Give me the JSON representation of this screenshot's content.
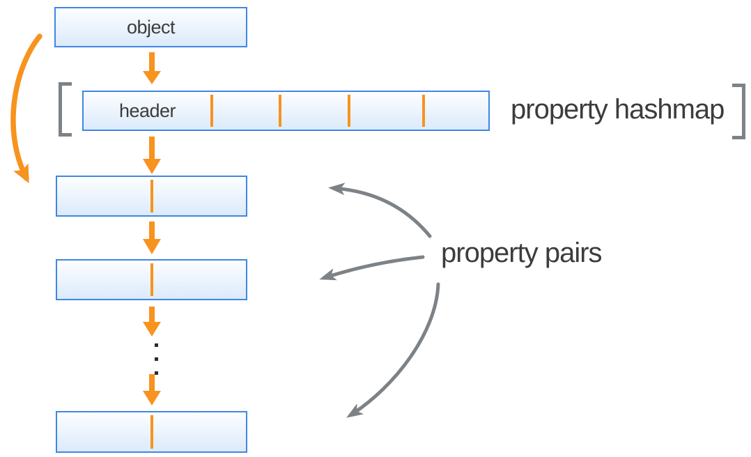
{
  "diagram": {
    "object_box": {
      "label": "object"
    },
    "hashmap_box": {
      "label": "header",
      "annotation": "property hashmap",
      "cell_count": 5,
      "divider_count": 4
    },
    "pairs": {
      "annotation": "property pairs",
      "box_count": 3,
      "ellipsis_dots": 3
    }
  },
  "colors": {
    "accent_orange": "#f7931e",
    "box_border_blue": "#3d87e4",
    "box_fill_top": "#fdfeff",
    "box_fill_bottom": "#dceafb",
    "bracket_gray": "#7d8287",
    "arrow_gray": "#7d8287",
    "text": "#3c3c3c"
  }
}
